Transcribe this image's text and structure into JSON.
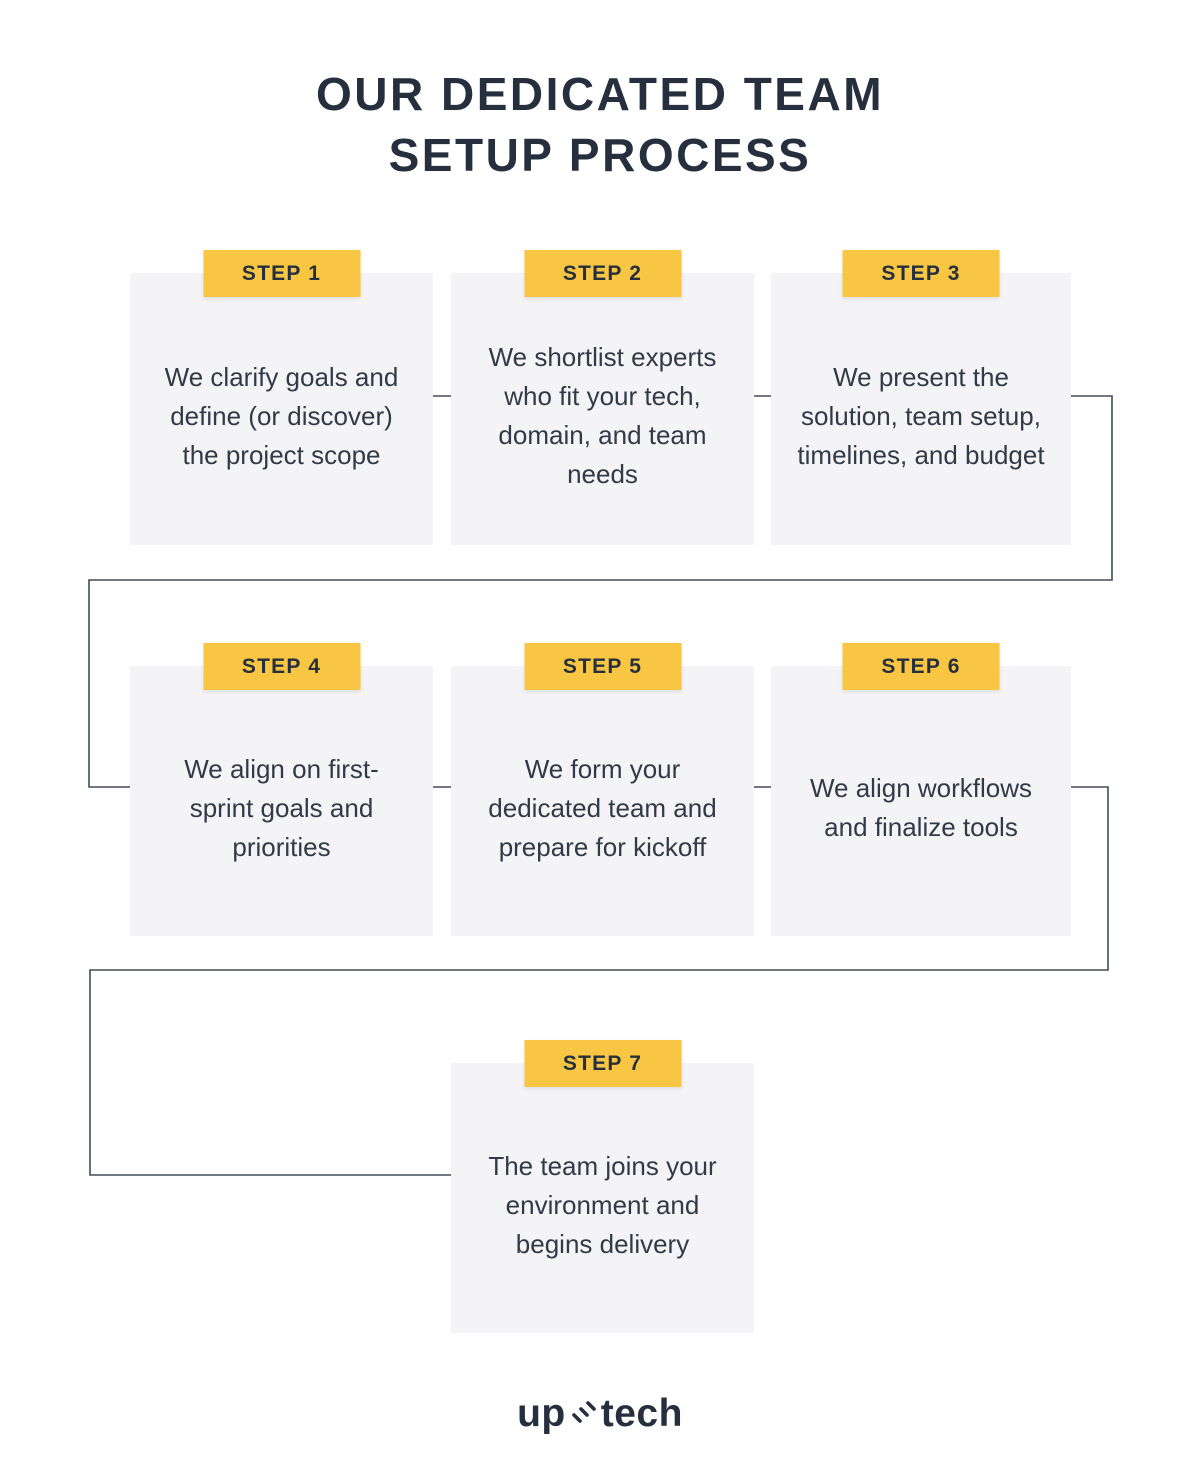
{
  "title": {
    "line1": "OUR DEDICATED TEAM",
    "line2": "SETUP PROCESS"
  },
  "steps": [
    {
      "label": "STEP 1",
      "text": "We clarify goals and define (or discover) the project scope"
    },
    {
      "label": "STEP 2",
      "text": "We shortlist experts who fit your tech, domain, and team needs"
    },
    {
      "label": "STEP 3",
      "text": "We present the solution, team setup, timelines, and budget"
    },
    {
      "label": "STEP 4",
      "text": "We align on first-sprint goals and priorities"
    },
    {
      "label": "STEP 5",
      "text": "We form your dedicated team and prepare for kickoff"
    },
    {
      "label": "STEP 6",
      "text": "We align workflows and finalize tools"
    },
    {
      "label": "STEP 7",
      "text": "The team joins your environment and begins delivery"
    }
  ],
  "logo": {
    "part1": "up",
    "part2": "tech"
  },
  "colors": {
    "accent_yellow": "#f8c642",
    "ink_navy": "#262f3d",
    "card_gray": "#f4f4f6",
    "connector": "#434b57",
    "body_text": "#323a47"
  }
}
